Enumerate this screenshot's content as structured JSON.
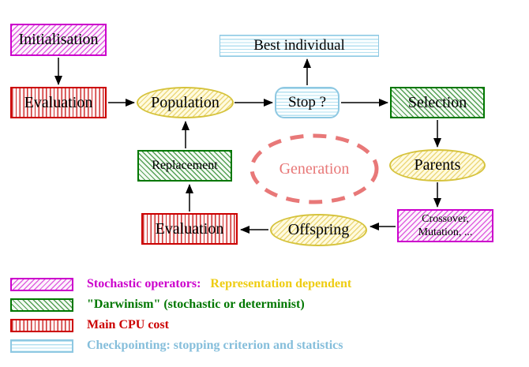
{
  "nodes": {
    "initialisation": {
      "label": "Initialisation"
    },
    "evaluation_top": {
      "label": "Evaluation"
    },
    "population": {
      "label": "Population"
    },
    "best_individual": {
      "label": "Best individual"
    },
    "stop": {
      "label": "Stop ?"
    },
    "selection": {
      "label": "Selection"
    },
    "parents": {
      "label": "Parents"
    },
    "crossover_mutation": {
      "line1": "Crossover,",
      "line2": "Mutation, ..."
    },
    "offspring": {
      "label": "Offspring"
    },
    "evaluation_bottom": {
      "label": "Evaluation"
    },
    "replacement": {
      "label": "Replacement"
    },
    "generation": {
      "label": "Generation"
    }
  },
  "legend": {
    "stochastic": {
      "label": "Stochastic operators:",
      "label_suffix": "Representation dependent"
    },
    "darwinism": {
      "label": "\"Darwinism\" (stochastic or determinist)"
    },
    "cpu": {
      "label": "Main CPU cost"
    },
    "checkpointing": {
      "label": "Checkpointing: stopping criterion and statistics"
    }
  },
  "colors": {
    "magenta": "#cc00cc",
    "gold": "#eecc11",
    "green": "#007700",
    "red": "#cc0000",
    "light_blue": "#85bedb",
    "cyan_border": "#8ec8e2",
    "yellow_border": "#d6c33c",
    "salmon": "#e87878",
    "arrow": "#000000"
  }
}
